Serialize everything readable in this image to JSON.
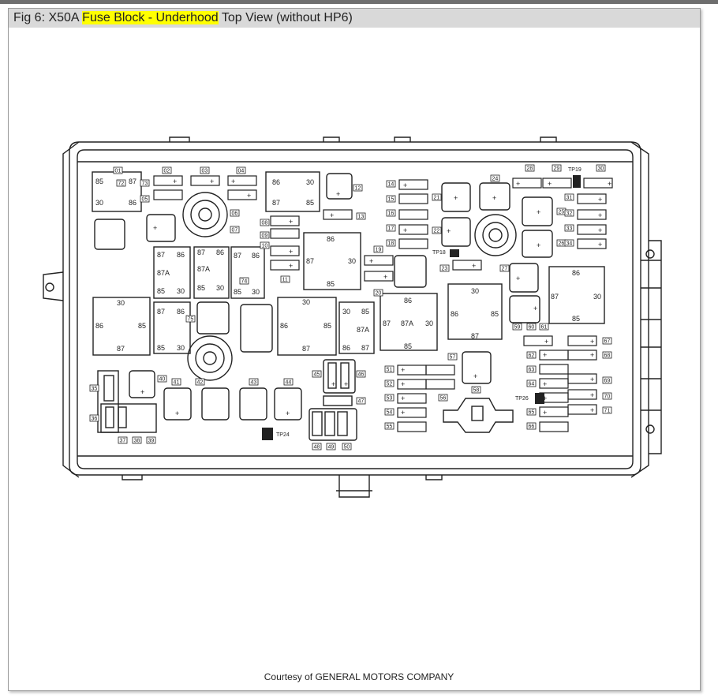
{
  "caption": {
    "prefix": "Fig 6: X50A ",
    "highlight": "Fuse Block - Underhood",
    "suffix": " Top View (without HP6)"
  },
  "credit": "Courtesy of GENERAL MOTORS COMPANY",
  "colors": {
    "highlight": "#ffff00",
    "caption_bg": "#d9d9d9",
    "line": "#222222"
  },
  "relays": [
    {
      "id": "relay-01",
      "pins": [
        "85",
        "87",
        "30",
        "86"
      ]
    },
    {
      "id": "relay-02",
      "pins": [
        "86",
        "30",
        "87",
        "85"
      ]
    },
    {
      "id": "relay-03",
      "pins": [
        "87",
        "86",
        "87A",
        "85",
        "30"
      ]
    },
    {
      "id": "relay-04",
      "pins": [
        "87",
        "86",
        "87A",
        "85",
        "30"
      ]
    },
    {
      "id": "relay-05",
      "pins": [
        "87",
        "86",
        "85",
        "30"
      ]
    },
    {
      "id": "relay-06",
      "pins": [
        "86",
        "87",
        "30",
        "85"
      ]
    },
    {
      "id": "relay-07",
      "pins": [
        "30",
        "86",
        "85",
        "87"
      ]
    },
    {
      "id": "relay-08",
      "pins": [
        "87",
        "86",
        "85",
        "30"
      ]
    },
    {
      "id": "relay-09",
      "pins": [
        "30",
        "86",
        "85",
        "87"
      ]
    },
    {
      "id": "relay-10",
      "pins": [
        "30",
        "85",
        "87A",
        "86",
        "87"
      ]
    },
    {
      "id": "relay-11",
      "pins": [
        "86",
        "87",
        "87A",
        "30",
        "85"
      ]
    },
    {
      "id": "relay-12",
      "pins": [
        "30",
        "86",
        "85",
        "87"
      ]
    },
    {
      "id": "relay-13",
      "pins": [
        "86",
        "87",
        "30",
        "85"
      ]
    }
  ],
  "fuse_labels": [
    "01",
    "02",
    "03",
    "04",
    "05",
    "06",
    "07",
    "08",
    "09",
    "10",
    "11",
    "12",
    "13",
    "14",
    "15",
    "16",
    "17",
    "18",
    "19",
    "20",
    "21",
    "22",
    "23",
    "24",
    "25",
    "26",
    "27",
    "28",
    "29",
    "30",
    "31",
    "32",
    "33",
    "34",
    "35",
    "36",
    "37",
    "38",
    "39",
    "40",
    "41",
    "42",
    "43",
    "44",
    "45",
    "46",
    "47",
    "48",
    "49",
    "50",
    "51",
    "52",
    "53",
    "54",
    "55",
    "56",
    "57",
    "58",
    "59",
    "60",
    "61",
    "62",
    "63",
    "64",
    "65",
    "66",
    "67",
    "68",
    "69",
    "70",
    "71",
    "72",
    "73",
    "74",
    "75"
  ],
  "test_points": [
    "TP19",
    "TP18",
    "TP26",
    "TP24"
  ],
  "plus_symbol": "+"
}
